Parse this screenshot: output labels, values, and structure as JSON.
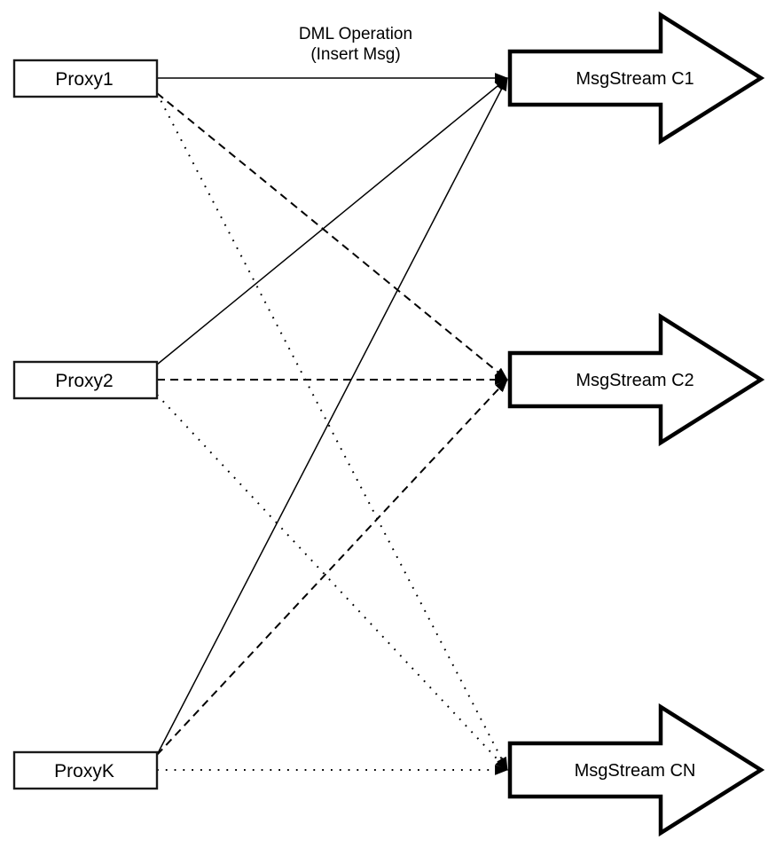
{
  "diagram": {
    "annotation": {
      "line1": "DML Operation",
      "line2": "(Insert Msg)"
    },
    "proxies": [
      {
        "id": "proxy1",
        "label": "Proxy1"
      },
      {
        "id": "proxy2",
        "label": "Proxy2"
      },
      {
        "id": "proxyk",
        "label": "ProxyK"
      }
    ],
    "streams": [
      {
        "id": "c1",
        "label": "MsgStream C1"
      },
      {
        "id": "c2",
        "label": "MsgStream C2"
      },
      {
        "id": "cn",
        "label": "MsgStream CN"
      }
    ],
    "edges": [
      {
        "from": "proxy1",
        "to": "c1",
        "style": "solid"
      },
      {
        "from": "proxy1",
        "to": "c2",
        "style": "dashed"
      },
      {
        "from": "proxy1",
        "to": "cn",
        "style": "dotted"
      },
      {
        "from": "proxy2",
        "to": "c1",
        "style": "solid"
      },
      {
        "from": "proxy2",
        "to": "c2",
        "style": "dashed"
      },
      {
        "from": "proxy2",
        "to": "cn",
        "style": "dotted"
      },
      {
        "from": "proxyk",
        "to": "c1",
        "style": "solid"
      },
      {
        "from": "proxyk",
        "to": "c2",
        "style": "dashed"
      },
      {
        "from": "proxyk",
        "to": "cn",
        "style": "dotted"
      }
    ],
    "colors": {
      "stroke": "#000000",
      "fill": "#ffffff"
    }
  }
}
